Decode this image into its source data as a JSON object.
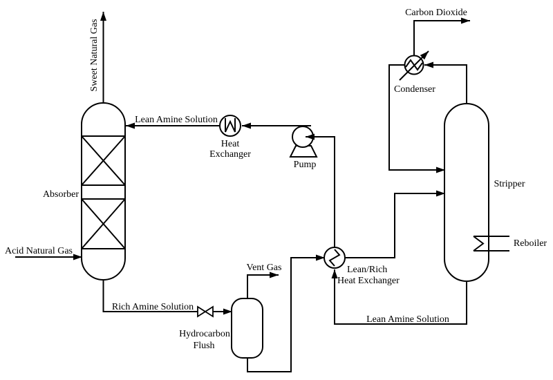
{
  "diagram": {
    "type": "process-flow-diagram",
    "background_color": "#ffffff",
    "line_color": "#000000",
    "equipment": {
      "absorber": {
        "label": "Absorber"
      },
      "stripper": {
        "label": "Stripper"
      },
      "pump": {
        "label": "Pump"
      },
      "heat_exchanger": {
        "label_line1": "Heat",
        "label_line2": "Exchanger"
      },
      "lean_rich_heat_exchanger": {
        "label_line1": "Lean/Rich",
        "label_line2": "Heat Exchanger"
      },
      "condenser": {
        "label": "Condenser"
      },
      "reboiler": {
        "label": "Reboiler"
      },
      "hydrocarbon_flush": {
        "label_line1": "Hydrocarbon",
        "label_line2": "Flush"
      }
    },
    "streams": {
      "sweet_natural_gas": {
        "label": "Sweet Natural Gas"
      },
      "acid_natural_gas": {
        "label": "Acid Natural Gas"
      },
      "lean_amine_top": {
        "label": "Lean Amine Solution"
      },
      "rich_amine": {
        "label": "Rich Amine Solution"
      },
      "vent_gas": {
        "label": "Vent Gas"
      },
      "carbon_dioxide": {
        "label": "Carbon Dioxide"
      },
      "lean_amine_return": {
        "label": "Lean Amine Solution"
      }
    }
  }
}
